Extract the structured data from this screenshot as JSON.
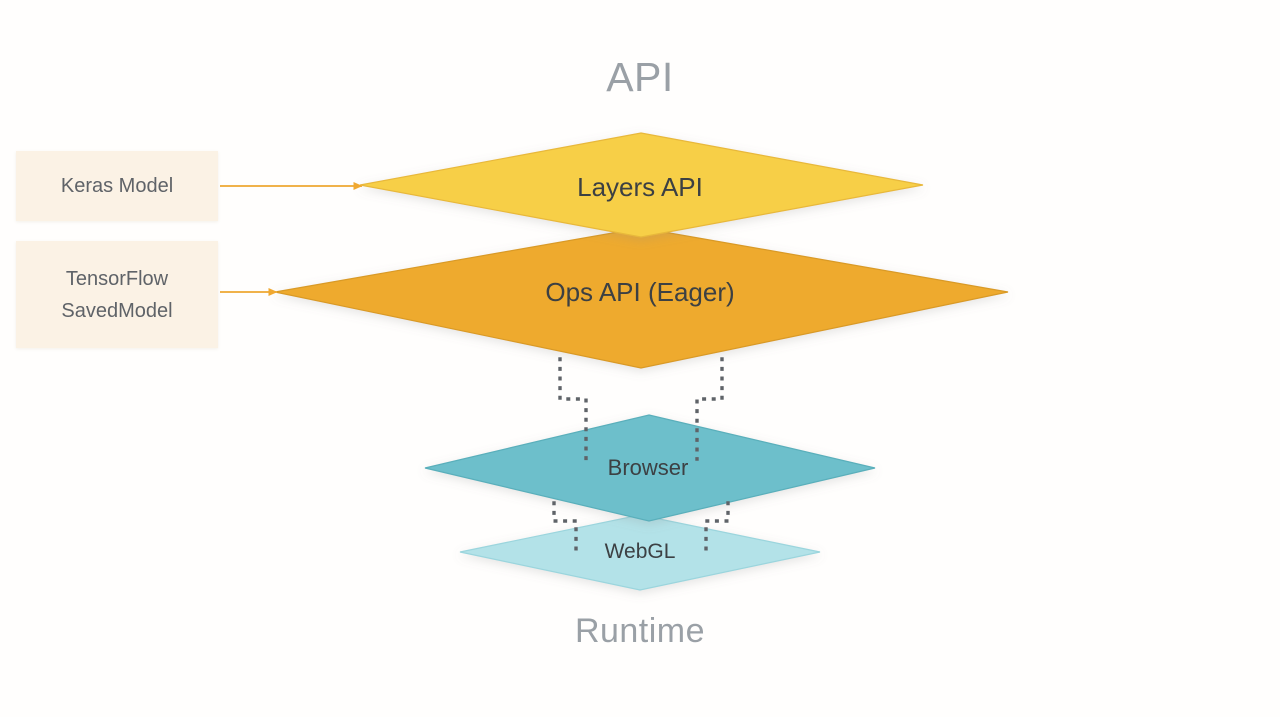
{
  "diagram": {
    "title_top": "API",
    "title_bottom": "Runtime",
    "inputs": [
      {
        "name": "keras-model",
        "label": "Keras Model",
        "fill": "#fbf2e5"
      },
      {
        "name": "tensorflow-savedmodel",
        "label": "TensorFlow\nSavedModel",
        "fill": "#fbf2e5"
      }
    ],
    "layers": [
      {
        "name": "layers-api",
        "label": "Layers API",
        "fill": "#f7cf46",
        "stroke": "#e8b83a",
        "group": "api"
      },
      {
        "name": "ops-api-eager",
        "label": "Ops API (Eager)",
        "fill": "#eeaa2e",
        "stroke": "#d99a27",
        "group": "api"
      },
      {
        "name": "browser",
        "label": "Browser",
        "fill": "#6dbfcb",
        "stroke": "#5aafbb",
        "group": "runtime"
      },
      {
        "name": "webgl",
        "label": "WebGL",
        "fill": "#b3e2e8",
        "stroke": "#9bd5dd",
        "group": "runtime"
      }
    ],
    "arrows": [
      {
        "name": "arrow-keras-to-layers-api",
        "from": "Keras Model",
        "to": "Layers API",
        "color": "#f0b24a"
      },
      {
        "name": "arrow-savedmodel-to-ops-api",
        "from": "TensorFlow SavedModel",
        "to": "Ops API (Eager)",
        "color": "#f0b24a"
      }
    ],
    "connectors": [
      {
        "name": "connector-ops-to-browser-left",
        "style": "dotted",
        "color": "#5f6368"
      },
      {
        "name": "connector-ops-to-browser-right",
        "style": "dotted",
        "color": "#5f6368"
      },
      {
        "name": "connector-browser-to-webgl-left",
        "style": "dotted",
        "color": "#5f6368"
      },
      {
        "name": "connector-browser-to-webgl-right",
        "style": "dotted",
        "color": "#5f6368"
      }
    ],
    "colors": {
      "background": "#fffefd",
      "heading_text": "#9aa0a6",
      "body_text": "#3c4043",
      "input_text": "#5f6368",
      "accent_yellow": "#f7cf46",
      "accent_orange": "#eeaa2e",
      "accent_teal": "#6dbfcb",
      "accent_light_teal": "#b3e2e8",
      "arrow": "#f0b24a"
    }
  }
}
